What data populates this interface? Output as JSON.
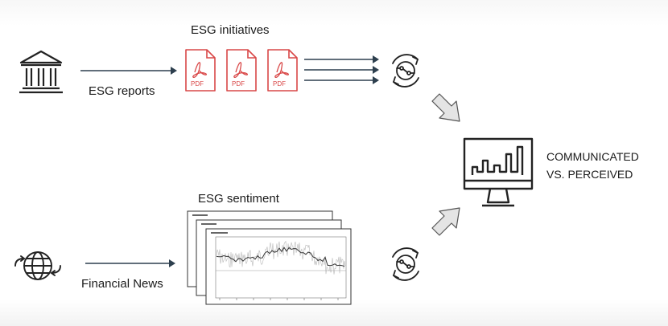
{
  "labels": {
    "esg_initiatives": "ESG initiatives",
    "esg_reports": "ESG reports",
    "esg_sentiment": "ESG sentiment",
    "financial_news": "Financial News",
    "communicated_line1": "COMMUNICATED",
    "communicated_line2": "VS. PERCEIVED"
  },
  "pdf_documents": [
    {
      "label": "PDF"
    },
    {
      "label": "PDF"
    },
    {
      "label": "PDF"
    }
  ],
  "icons": {
    "bank": "bank-icon",
    "globe": "globe-exchange-icon",
    "pdf": "pdf-file-icon",
    "ai_top": "ai-processing-icon",
    "ai_bottom": "ai-processing-icon",
    "monitor": "monitor-chart-icon"
  },
  "colors": {
    "arrow": "#2d3f4e",
    "pdf_red": "#d94848",
    "icon_dark": "#222222",
    "block_arrow_fill": "#e4e4e4"
  }
}
